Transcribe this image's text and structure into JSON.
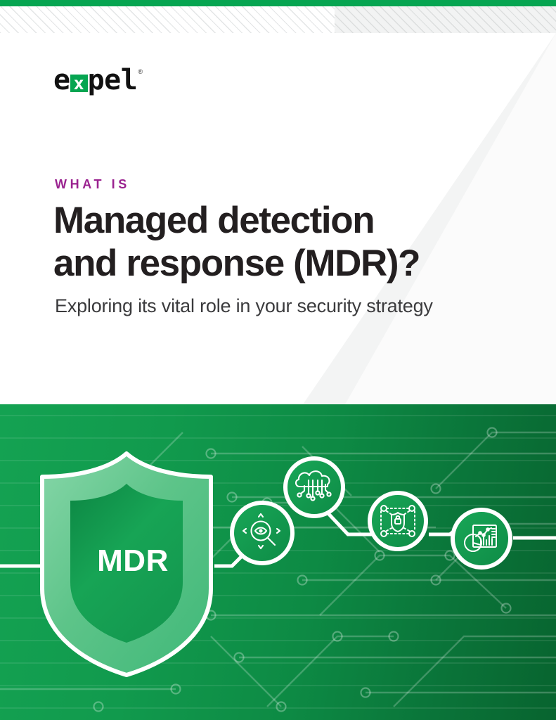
{
  "brand": {
    "logo_text_before": "e",
    "logo_x": "x",
    "logo_text_after": "pel",
    "registered_mark": "®",
    "accent_green": "#06A551",
    "hero_green_light": "#14A252",
    "hero_green_dark": "#08642F",
    "eyebrow_purple": "#9B2390",
    "title_color": "#231F20"
  },
  "cover": {
    "eyebrow": "WHAT IS",
    "title_line1": "Managed detection",
    "title_line2": "and response (MDR)?",
    "subtitle": "Exploring its vital role in your security strategy"
  },
  "hero": {
    "shield_label": "MDR",
    "nodes": [
      {
        "name": "threat-detection",
        "icon": "magnifier-eye-icon"
      },
      {
        "name": "cloud-telemetry",
        "icon": "cloud-circuit-icon"
      },
      {
        "name": "network-security",
        "icon": "network-lock-icon"
      },
      {
        "name": "analytics-reporting",
        "icon": "dashboard-analytics-icon"
      }
    ]
  }
}
